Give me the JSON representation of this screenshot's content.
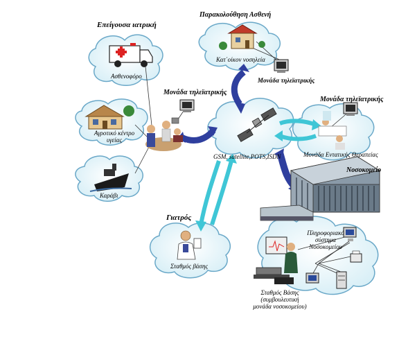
{
  "labels": {
    "emergency": "Επείγουσα ιατρική",
    "patient_monitoring": "Παρακολούθηση Ασθενή",
    "home_care": "Κατ΄οίκον νοσηλεία",
    "telemed_unit_home": "Μονάδα τηλεϊατρικής",
    "telemed_unit_left": "Μονάδα τηλεϊατρικής",
    "telemed_unit_right": "Μονάδα τηλεϊατρικής",
    "ambulance": "Ασθενοφόρο",
    "rural_center": "Αγροτικό κέντρο υγείας",
    "ship": "Καράβι",
    "network": "GSM, satellite,POTS,ISDN",
    "icu": "Μονάδα Εντατικής Θεραπείας",
    "hospital": "Νοσοκομείο",
    "doctor": "Γιατρός",
    "base_station": "Σταθμός βάσης",
    "his_line1": "Πληροφοριακό",
    "his_line2": "σύστημα",
    "his_line3": "Νοσοκομείου",
    "hospital_base_line1": "Σταθμός Βάσης",
    "hospital_base_line2": "(συμβουλευτική",
    "hospital_base_line3": "μονάδα νοσοκομείου)"
  },
  "colors": {
    "cloud_fill": "#e8f7fb",
    "cloud_stroke": "#6aa8c8",
    "arrow_blue": "#2f3f9e",
    "arrow_cyan": "#3fc6d6",
    "line": "#333333"
  }
}
